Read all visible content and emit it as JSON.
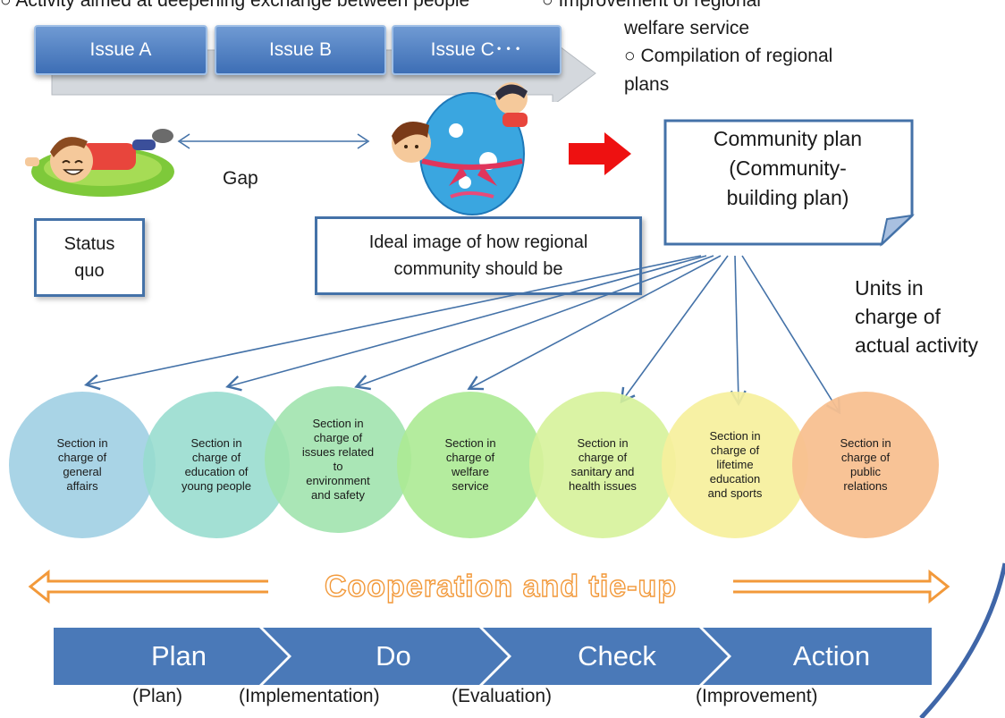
{
  "top": {
    "activity_line": "○ Activity aimed at deepening exchange between people",
    "improvement_line1": "○ Improvement of regional",
    "improvement_line2": "welfare service",
    "compilation_line1": "○ Compilation of regional",
    "compilation_line2": "plans"
  },
  "issues": [
    "Issue A",
    "Issue B",
    "Issue C･･･"
  ],
  "gap_label": "Gap",
  "status_quo": {
    "line1": "Status",
    "line2": "quo"
  },
  "ideal_image": {
    "line1": "Ideal image of how regional",
    "line2": "community should be"
  },
  "community_plan": {
    "line1": "Community plan",
    "line2": "(Community-",
    "line3": "building plan)"
  },
  "units_label": {
    "line1": "Units in",
    "line2": "charge of",
    "line3": "actual activity"
  },
  "sections": [
    {
      "lines": [
        "Section in",
        "charge of",
        "general",
        "affairs"
      ],
      "color": "#a9d4e6"
    },
    {
      "lines": [
        "Section in",
        "charge of",
        "education of",
        "young people"
      ],
      "color": "#9fded3"
    },
    {
      "lines": [
        "Section in",
        "charge of",
        "issues related",
        "to",
        "environment",
        "and safety"
      ],
      "color": "#a2e2b2"
    },
    {
      "lines": [
        "Section in",
        "charge of",
        "welfare",
        "service"
      ],
      "color": "#b0ec98"
    },
    {
      "lines": [
        "Section in",
        "charge of",
        "sanitary and",
        "health issues"
      ],
      "color": "#d8f29c"
    },
    {
      "lines": [
        "Section in",
        "charge of",
        "lifetime",
        "education",
        "and sports"
      ],
      "color": "#f6f09c"
    },
    {
      "lines": [
        "Section in",
        "charge of",
        "public",
        "relations"
      ],
      "color": "#f8c494"
    }
  ],
  "cooperation_label": "Cooperation and tie-up",
  "pdca": [
    {
      "label": "Plan",
      "sub": "(Plan)"
    },
    {
      "label": "Do",
      "sub": "(Implementation)"
    },
    {
      "label": "Check",
      "sub": "(Evaluation)"
    },
    {
      "label": "Action",
      "sub": "(Improvement)"
    }
  ],
  "colors": {
    "accent_blue": "#4472a8",
    "arrow_red": "#ee1111",
    "cooperation_orange": "#f2993a",
    "pdca_blue": "#4a79b8"
  }
}
